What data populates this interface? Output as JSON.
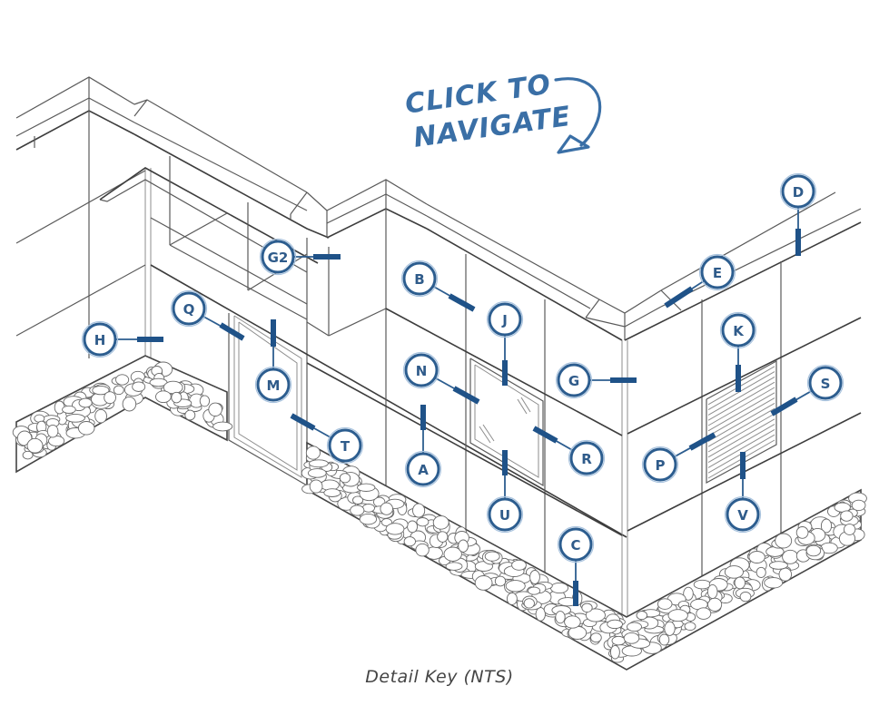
{
  "figure": {
    "caption": "Detail Key (NTS)",
    "call_to_action": "Click to Navigate"
  },
  "colors": {
    "marker_stroke": "#2c5d8f",
    "marker_text": "#2f5b8a",
    "tick": "#1f5288",
    "handwriting": "#3a6fa6",
    "line_art": "#5a5a5a",
    "caption": "#444444"
  },
  "markers": [
    {
      "id": "D",
      "label": "D",
      "target": "coping-right"
    },
    {
      "id": "E",
      "label": "E",
      "target": "coping-joint"
    },
    {
      "id": "G2",
      "label": "G2",
      "target": "soffit-panel"
    },
    {
      "id": "B",
      "label": "B",
      "target": "panel-joint-diagonal"
    },
    {
      "id": "J",
      "label": "J",
      "target": "window-head"
    },
    {
      "id": "Q",
      "label": "Q",
      "target": "door-jamb"
    },
    {
      "id": "H",
      "label": "H",
      "target": "inside-corner"
    },
    {
      "id": "M",
      "label": "M",
      "target": "door-head"
    },
    {
      "id": "N",
      "label": "N",
      "target": "window-jamb"
    },
    {
      "id": "G",
      "label": "G",
      "target": "outside-corner"
    },
    {
      "id": "K",
      "label": "K",
      "target": "louver-head"
    },
    {
      "id": "S",
      "label": "S",
      "target": "louver-jamb"
    },
    {
      "id": "T",
      "label": "T",
      "target": "door-sill"
    },
    {
      "id": "A",
      "label": "A",
      "target": "vertical-panel-joint"
    },
    {
      "id": "R",
      "label": "R",
      "target": "window-jamb-right"
    },
    {
      "id": "P",
      "label": "P",
      "target": "louver-jamb-left"
    },
    {
      "id": "U",
      "label": "U",
      "target": "window-sill"
    },
    {
      "id": "V",
      "label": "V",
      "target": "louver-sill"
    },
    {
      "id": "C",
      "label": "C",
      "target": "base-of-wall"
    }
  ]
}
